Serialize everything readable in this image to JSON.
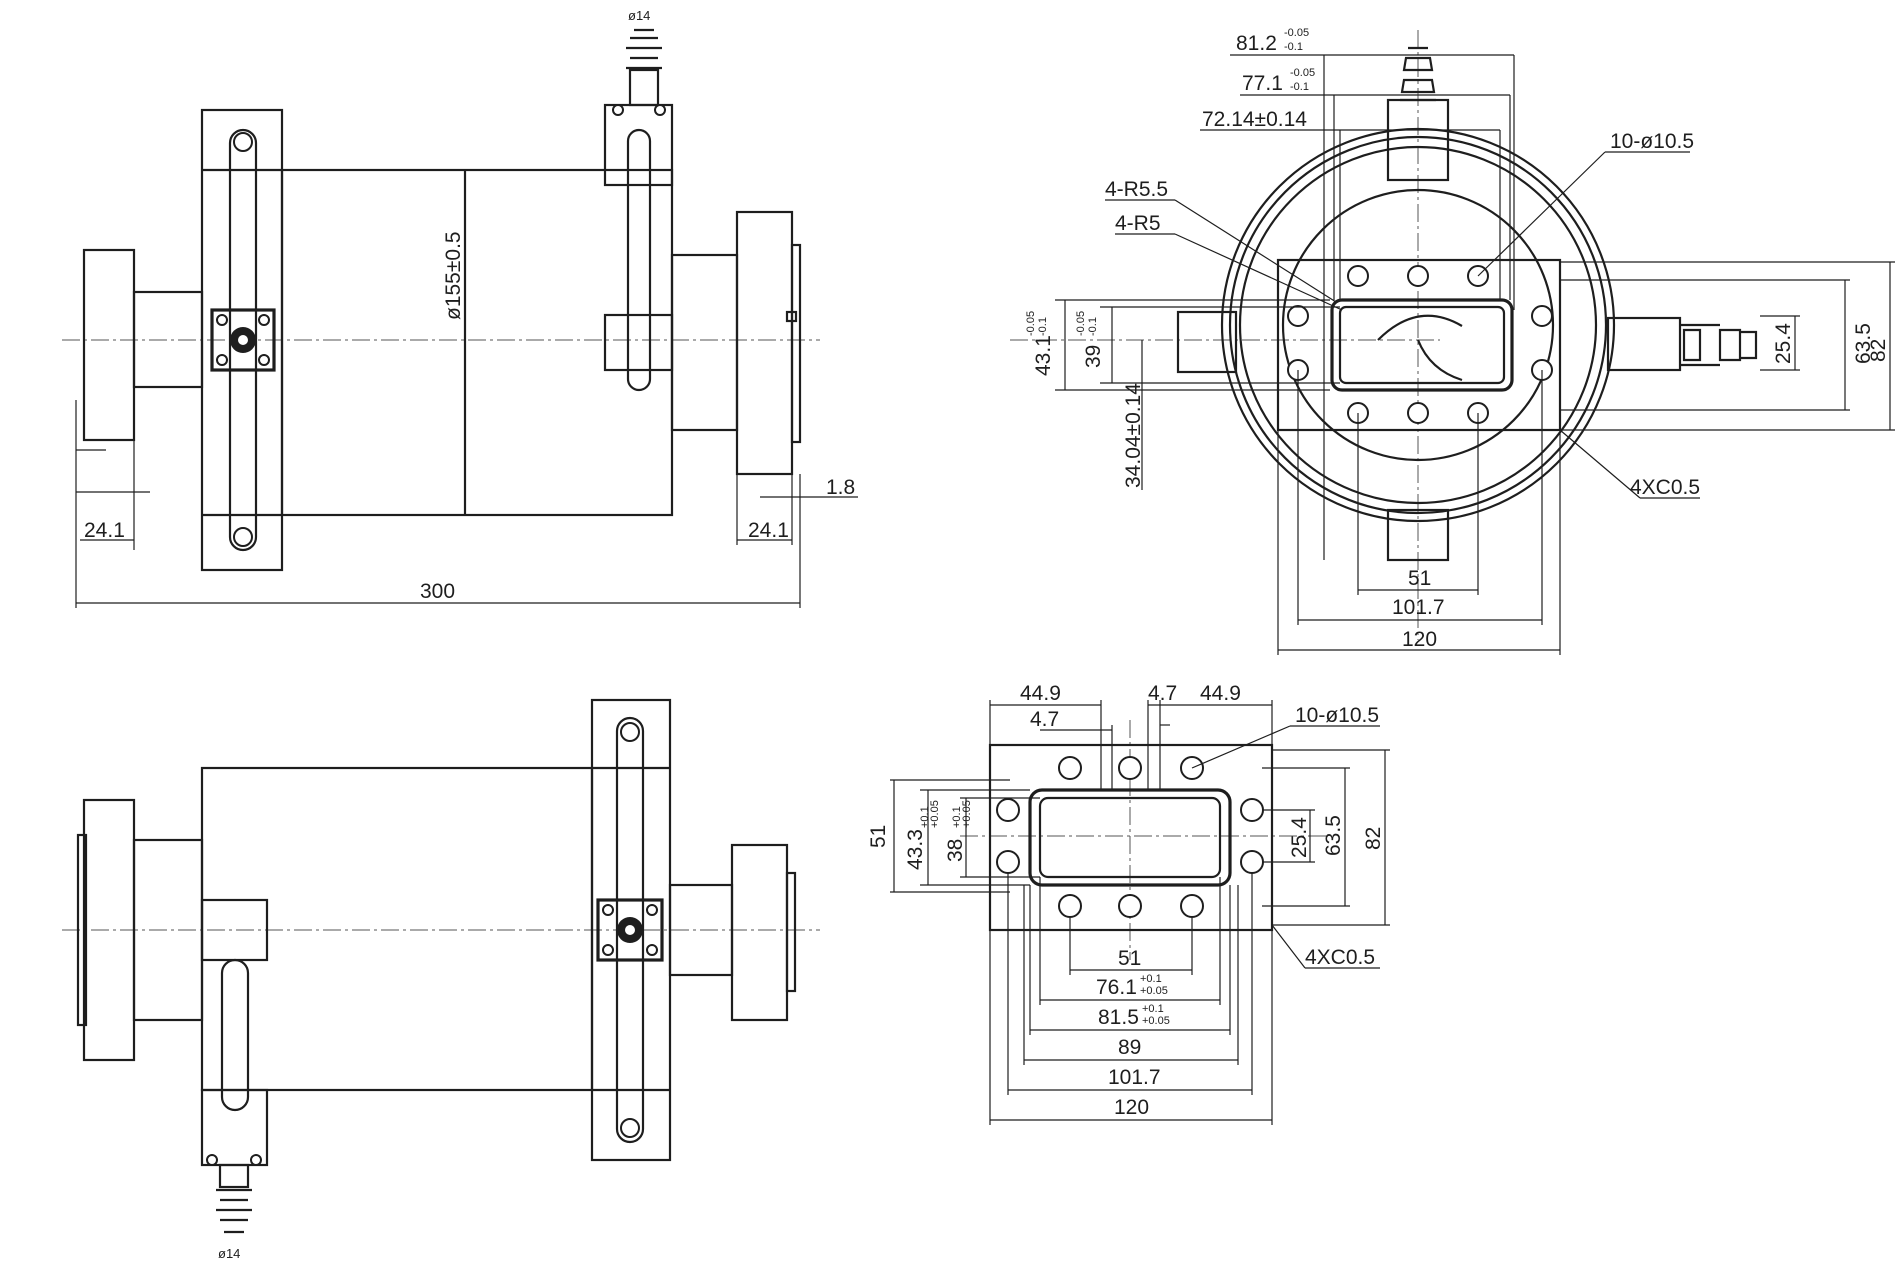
{
  "side_top": {
    "inlet_dia": "ø14",
    "body_dia": "ø155±0.5",
    "flange_left": "24.1",
    "flange_right": "24.1",
    "gap": "1.8",
    "length": "300"
  },
  "end_view": {
    "dim_81_2": "81.2",
    "dim_81_2_tol_up": "-0.05",
    "dim_81_2_tol_dn": "-0.1",
    "dim_77_1": "77.1",
    "dim_77_1_tol_up": "-0.05",
    "dim_77_1_tol_dn": "-0.1",
    "dim_72_14": "72.14±0.14",
    "holes": "10-ø10.5",
    "r55": "4-R5.5",
    "r5": "4-R5",
    "dim_43_1": "43.1",
    "dim_43_1_tol_up": "-0.05",
    "dim_43_1_tol_dn": "-0.1",
    "dim_39": "39",
    "dim_39_tol_up": "-0.05",
    "dim_39_tol_dn": "-0.1",
    "dim_34_04": "34.04±0.14",
    "dim_25_4": "25.4",
    "dim_63_5": "63.5",
    "dim_82": "82",
    "chamfer": "4XC0.5",
    "dim_51": "51",
    "dim_101_7": "101.7",
    "dim_120": "120"
  },
  "side_bottom": {
    "inlet_dia": "ø14"
  },
  "flange_view": {
    "dim_44_9_a": "44.9",
    "dim_4_7_a": "4.7",
    "dim_4_7_b": "4.7",
    "dim_44_9_b": "44.9",
    "holes": "10-ø10.5",
    "dim_51_v": "51",
    "dim_43_3": "43.3",
    "dim_43_3_tol_up": "+0.1",
    "dim_43_3_tol_dn": "+0.05",
    "dim_38": "38",
    "dim_38_tol_up": "+0.1",
    "dim_38_tol_dn": "+0.05",
    "dim_25_4": "25.4",
    "dim_63_5": "63.5",
    "dim_82": "82",
    "chamfer": "4XC0.5",
    "dim_51_h": "51",
    "dim_76_1": "76.1",
    "dim_76_1_tol_up": "+0.1",
    "dim_76_1_tol_dn": "+0.05",
    "dim_81_5": "81.5",
    "dim_81_5_tol_up": "+0.1",
    "dim_81_5_tol_dn": "+0.05",
    "dim_89": "89",
    "dim_101_7": "101.7",
    "dim_120": "120"
  }
}
